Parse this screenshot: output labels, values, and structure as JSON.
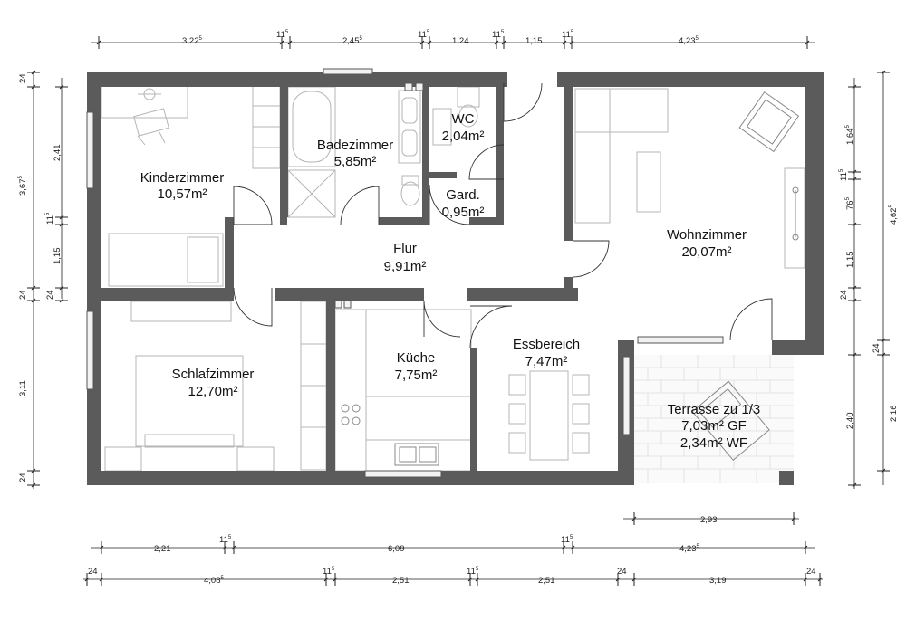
{
  "rooms": {
    "kinderzimmer": {
      "name": "Kinderzimmer",
      "area": "10,57m²"
    },
    "badezimmer": {
      "name": "Badezimmer",
      "area": "5,85m²"
    },
    "wc": {
      "name": "WC",
      "area": "2,04m²"
    },
    "gard": {
      "name": "Gard.",
      "area": "0,95m²"
    },
    "flur": {
      "name": "Flur",
      "area": "9,91m²"
    },
    "wohnzimmer": {
      "name": "Wohnzimmer",
      "area": "20,07m²"
    },
    "kueche": {
      "name": "Küche",
      "area": "7,75m²"
    },
    "essbereich": {
      "name": "Essbereich",
      "area": "7,47m²"
    },
    "schlafzimmer": {
      "name": "Schlafzimmer",
      "area": "12,70m²"
    },
    "terrasse": {
      "name": "Terrasse zu 1/3",
      "area_gf": "7,03m² GF",
      "area_wf": "2,34m² WF"
    }
  },
  "dimensions": {
    "top": {
      "d1": "3,22",
      "d1_sup": "5",
      "d2": "11",
      "d2_sup": "5",
      "d3": "2,45",
      "d3_sup": "5",
      "d4": "11",
      "d4_sup": "5",
      "d5": "1,24",
      "d6": "11",
      "d6_sup": "5",
      "d7": "1,15",
      "d8": "11",
      "d8_sup": "5",
      "d9": "4,23",
      "d9_sup": "5"
    },
    "left": {
      "outer_1": "24",
      "outer_2": "3,67",
      "outer_2_sup": "5",
      "outer_3": "24",
      "outer_4": "3,11",
      "outer_5": "24",
      "inner_1": "2,41",
      "inner_2": "11",
      "inner_2_sup": "5",
      "inner_3": "1,15",
      "inner_4": "24"
    },
    "right": {
      "inner_1": "1,64",
      "inner_1_sup": "5",
      "inner_2": "11",
      "inner_2_sup": "5",
      "inner_3": "76",
      "inner_3_sup": "5",
      "inner_4": "1,15",
      "inner_5": "24",
      "outer_1": "4,62",
      "outer_1_sup": "5",
      "outer_2": "24",
      "outer_3": "2,16",
      "terr_1": "2,40"
    },
    "bottom": {
      "terrasse": "2,93",
      "row1_1": "2,21",
      "row1_2": "11",
      "row1_2_sup": "5",
      "row1_3": "6,09",
      "row1_4": "11",
      "row1_4_sup": "5",
      "row1_5": "4,23",
      "row1_5_sup": "5",
      "row2_1": "24",
      "row2_2": "4,08",
      "row2_2_sup": "5",
      "row2_3": "11",
      "row2_3_sup": "5",
      "row2_4": "2,51",
      "row2_5": "11",
      "row2_5_sup": "5",
      "row2_6": "2,51",
      "row2_7": "24",
      "row2_8": "3,19",
      "row2_9": "24"
    }
  }
}
